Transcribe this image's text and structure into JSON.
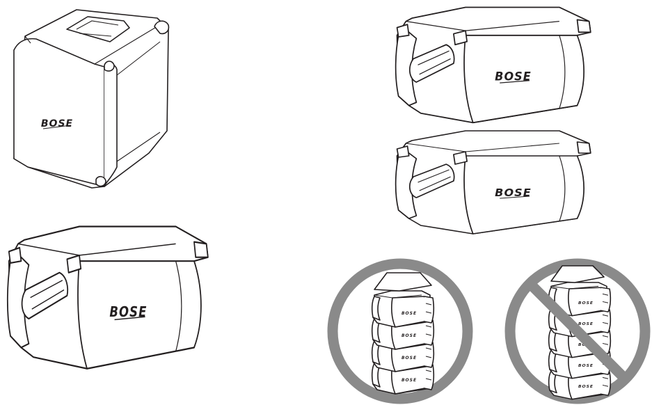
{
  "brand": {
    "logo_text": "BOSE"
  },
  "illustrations": [
    {
      "id": "upright",
      "units": 1,
      "orientation": "vertical"
    },
    {
      "id": "horizontal",
      "units": 1,
      "orientation": "horizontal"
    },
    {
      "id": "stack-two",
      "units": 2,
      "orientation": "horizontal"
    },
    {
      "id": "stack-four-allowed",
      "units": 4,
      "status": "allowed"
    },
    {
      "id": "stack-five-prohibited",
      "units": 5,
      "status": "prohibited"
    }
  ],
  "colors": {
    "line": "#231f20",
    "sign": "#8a8a8a",
    "fill": "#ffffff"
  }
}
